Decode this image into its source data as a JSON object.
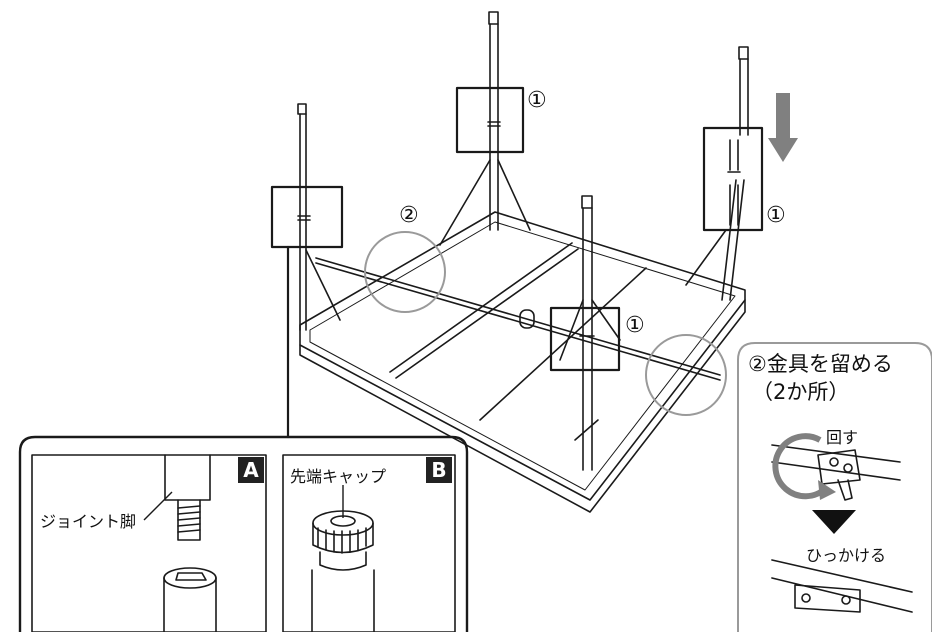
{
  "diagram": {
    "steps": {
      "step1_top": "①",
      "step1_right": "①",
      "step1_center": "①",
      "step2_left": "②"
    },
    "bracket_panel": {
      "title_line1": "②金具を留める",
      "title_line2": "（2か所）",
      "rotate_label": "回す",
      "hook_label": "ひっかける"
    },
    "detail_a": {
      "letter": "A",
      "label": "ジョイント脚"
    },
    "detail_b": {
      "letter": "B",
      "label": "先端キャップ"
    },
    "colors": {
      "line": "#1a1a1a",
      "arrow_gray": "#808080",
      "panel_border": "#9a9a9a"
    }
  }
}
